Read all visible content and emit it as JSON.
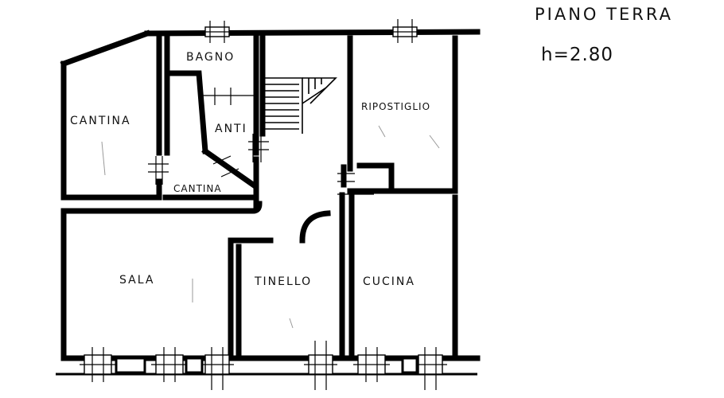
{
  "title": "PIANO TERRA",
  "height_label": "h=2.80",
  "rooms": {
    "bagno": "BAGNO",
    "cantina_left": "CANTINA",
    "anti": "ANTI",
    "cantina_small": "CANTINA",
    "ripostiglio": "RIPOSTIGLIO",
    "sala": "SALA",
    "tinello": "TINELLO",
    "cucina": "CUCINA"
  }
}
